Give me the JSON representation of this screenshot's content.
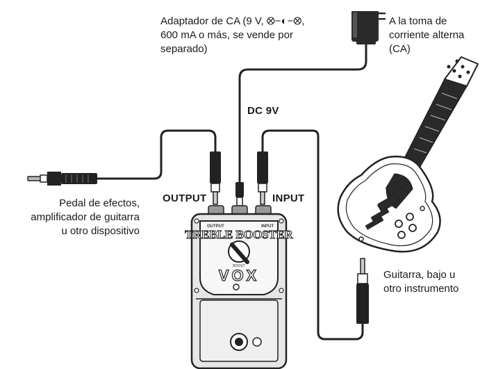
{
  "labels": {
    "adapter": [
      "Adaptador de CA (9 V, ⭙−◐−⭙,",
      "600 mA o más, se vende por",
      "separado)"
    ],
    "outlet": [
      "A la toma de",
      "corriente alterna",
      "(CA)"
    ],
    "dc": "DC 9V",
    "output": "OUTPUT",
    "input": "INPUT",
    "effects": [
      "Pedal de efectos,",
      "amplificador de guitarra",
      "u otro dispositivo"
    ],
    "guitar": [
      "Guitarra, bajo u",
      "otro instrumento"
    ]
  },
  "pedal": {
    "name": "TREBLE BOOSTER",
    "brand": "VOX",
    "jack_output": "OUTPUT",
    "jack_input": "INPUT",
    "knob_label": "BOOST"
  }
}
